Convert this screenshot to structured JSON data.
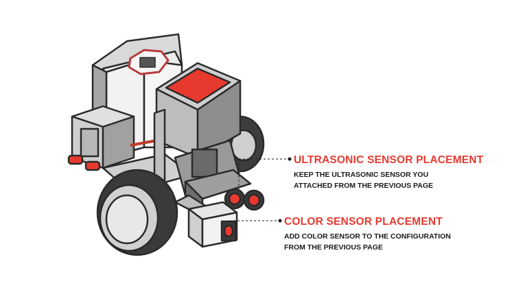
{
  "callouts": [
    {
      "title": "ULTRASONIC SENSOR PLACEMENT",
      "line1": "KEEP THE ULTRASONIC SENSOR YOU",
      "line2": "ATTACHED FROM THE PREVIOUS PAGE"
    },
    {
      "title": "COLOR SENSOR PLACEMENT",
      "line1": "ADD COLOR SENSOR TO THE CONFIGURATION",
      "line2": "FROM THE PREVIOUS PAGE"
    }
  ],
  "colors": {
    "accent_red": "#e8392f",
    "text_dark": "#1a1a1a",
    "outline": "#2a2a2a",
    "light_gray": "#e6e6e6",
    "mid_gray": "#a9a9a9",
    "dark_gray": "#5a5a5a"
  },
  "icons": [
    "robot-illustration",
    "brick-screen",
    "ultrasonic-sensor",
    "color-sensor",
    "wheel"
  ]
}
